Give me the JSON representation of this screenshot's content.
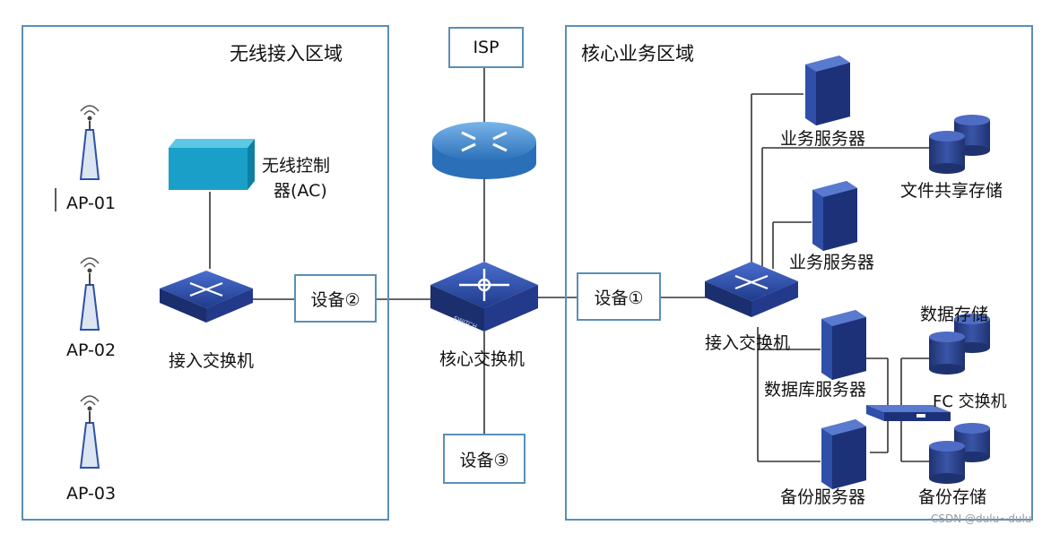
{
  "regions": {
    "wireless": "无线接入区域",
    "core": "核心业务区域"
  },
  "boxes": {
    "isp": "ISP",
    "device1": "设备①",
    "device2": "设备②",
    "device3": "设备③"
  },
  "labels": {
    "ap1": "AP-01",
    "ap2": "AP-02",
    "ap3": "AP-03",
    "ac_line1": "无线控制",
    "ac_line2": "器(AC)",
    "access_switch_left": "接入交换机",
    "core_switch": "核心交换机",
    "access_switch_right": "接入交换机",
    "biz_server_1": "业务服务器",
    "biz_server_2": "业务服务器",
    "file_storage": "文件共享存储",
    "data_storage": "数据存储",
    "db_server": "数据库服务器",
    "fc_switch": "FC 交换机",
    "backup_server": "备份服务器",
    "backup_storage": "备份存储",
    "switch_badge": "SWITCH"
  },
  "watermark": "CSDN @dulu~dulu",
  "colors": {
    "border": "#5a8fb8",
    "device": "#2f4fa8",
    "ac": "#1aa0c8",
    "router": "#3f8ad0"
  }
}
